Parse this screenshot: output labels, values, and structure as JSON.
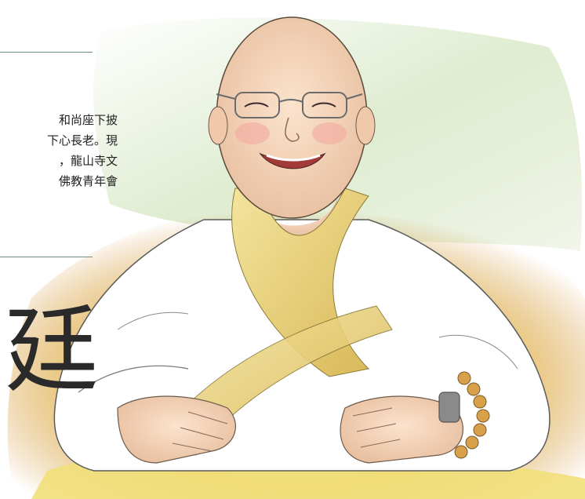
{
  "bio": {
    "lines": [
      "和尚座下披",
      "下心長老。現",
      "，龍山寺文",
      "佛教青年會"
    ]
  },
  "headline_fragment": "廷",
  "colors": {
    "rule": "#6f8f7f",
    "robe": "#ffffff",
    "sash": "#e6cf6e",
    "background_wash": "#d9b24a",
    "skin": "#f4d3b8"
  },
  "icons": {
    "portrait": "monk-illustration",
    "prayer_beads": "prayer-beads-icon"
  }
}
